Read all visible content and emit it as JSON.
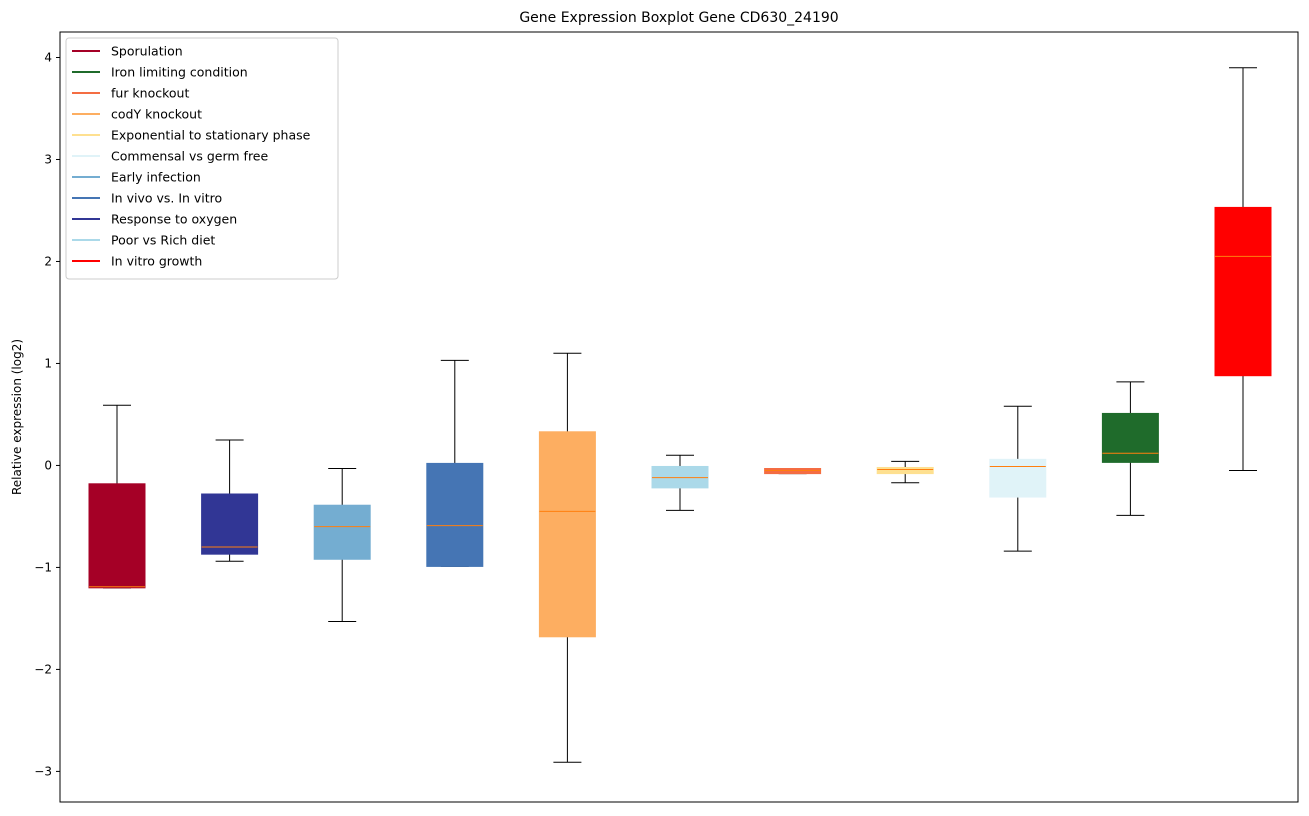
{
  "chart_data": {
    "type": "boxplot",
    "title": "Gene Expression Boxplot Gene CD630_24190",
    "xlabel": "",
    "ylabel": "Relative expression (log2)",
    "ylim": [
      -3.3,
      4.25
    ],
    "yticks": [
      -3,
      -2,
      -1,
      0,
      1,
      2,
      3,
      4
    ],
    "ytick_labels": [
      "−3",
      "−2",
      "−1",
      "0",
      "1",
      "2",
      "3",
      "4"
    ],
    "grid": false,
    "legend_position": "top-left",
    "median_color": "#ff7f0e",
    "whisker_color": "#000000",
    "legend": [
      {
        "label": "Sporulation",
        "color": "#a50026"
      },
      {
        "label": "Iron limiting condition",
        "color": "#1f6b2b"
      },
      {
        "label": "fur knockout",
        "color": "#f46d43"
      },
      {
        "label": "codY knockout",
        "color": "#fdae61"
      },
      {
        "label": "Exponential to stationary phase",
        "color": "#fee090"
      },
      {
        "label": "Commensal vs germ free",
        "color": "#e0f3f8"
      },
      {
        "label": "Early infection",
        "color": "#74add1"
      },
      {
        "label": "In vivo vs. In vitro",
        "color": "#4575b4"
      },
      {
        "label": "Response to oxygen",
        "color": "#313695"
      },
      {
        "label": "Poor vs Rich diet",
        "color": "#abd9e9"
      },
      {
        "label": "In vitro growth",
        "color": "#ff0000"
      }
    ],
    "boxes": [
      {
        "color": "#a50026",
        "whislo": -1.2,
        "q1": -1.2,
        "med": -1.19,
        "q3": -0.18,
        "whishi": 0.59
      },
      {
        "color": "#313695",
        "whislo": -0.94,
        "q1": -0.87,
        "med": -0.8,
        "q3": -0.28,
        "whishi": 0.25
      },
      {
        "color": "#74add1",
        "whislo": -1.53,
        "q1": -0.92,
        "med": -0.6,
        "q3": -0.39,
        "whishi": -0.03
      },
      {
        "color": "#4575b4",
        "whislo": -0.99,
        "q1": -0.99,
        "med": -0.59,
        "q3": 0.02,
        "whishi": 1.03
      },
      {
        "color": "#fdae61",
        "whislo": -2.91,
        "q1": -1.68,
        "med": -0.45,
        "q3": 0.33,
        "whishi": 1.1
      },
      {
        "color": "#abd9e9",
        "whislo": -0.44,
        "q1": -0.22,
        "med": -0.12,
        "q3": -0.01,
        "whishi": 0.1
      },
      {
        "color": "#f46d43",
        "whislo": -0.08,
        "q1": -0.08,
        "med": -0.05,
        "q3": -0.03,
        "whishi": -0.03
      },
      {
        "color": "#fee090",
        "whislo": -0.17,
        "q1": -0.08,
        "med": -0.04,
        "q3": -0.02,
        "whishi": 0.04
      },
      {
        "color": "#e0f3f8",
        "whislo": -0.84,
        "q1": -0.31,
        "med": -0.01,
        "q3": 0.06,
        "whishi": 0.58
      },
      {
        "color": "#1f6b2b",
        "whislo": -0.49,
        "q1": 0.03,
        "med": 0.12,
        "q3": 0.51,
        "whishi": 0.82
      },
      {
        "color": "#ff0000",
        "whislo": -0.05,
        "q1": 0.88,
        "med": 2.05,
        "q3": 2.53,
        "whishi": 3.9
      }
    ]
  }
}
